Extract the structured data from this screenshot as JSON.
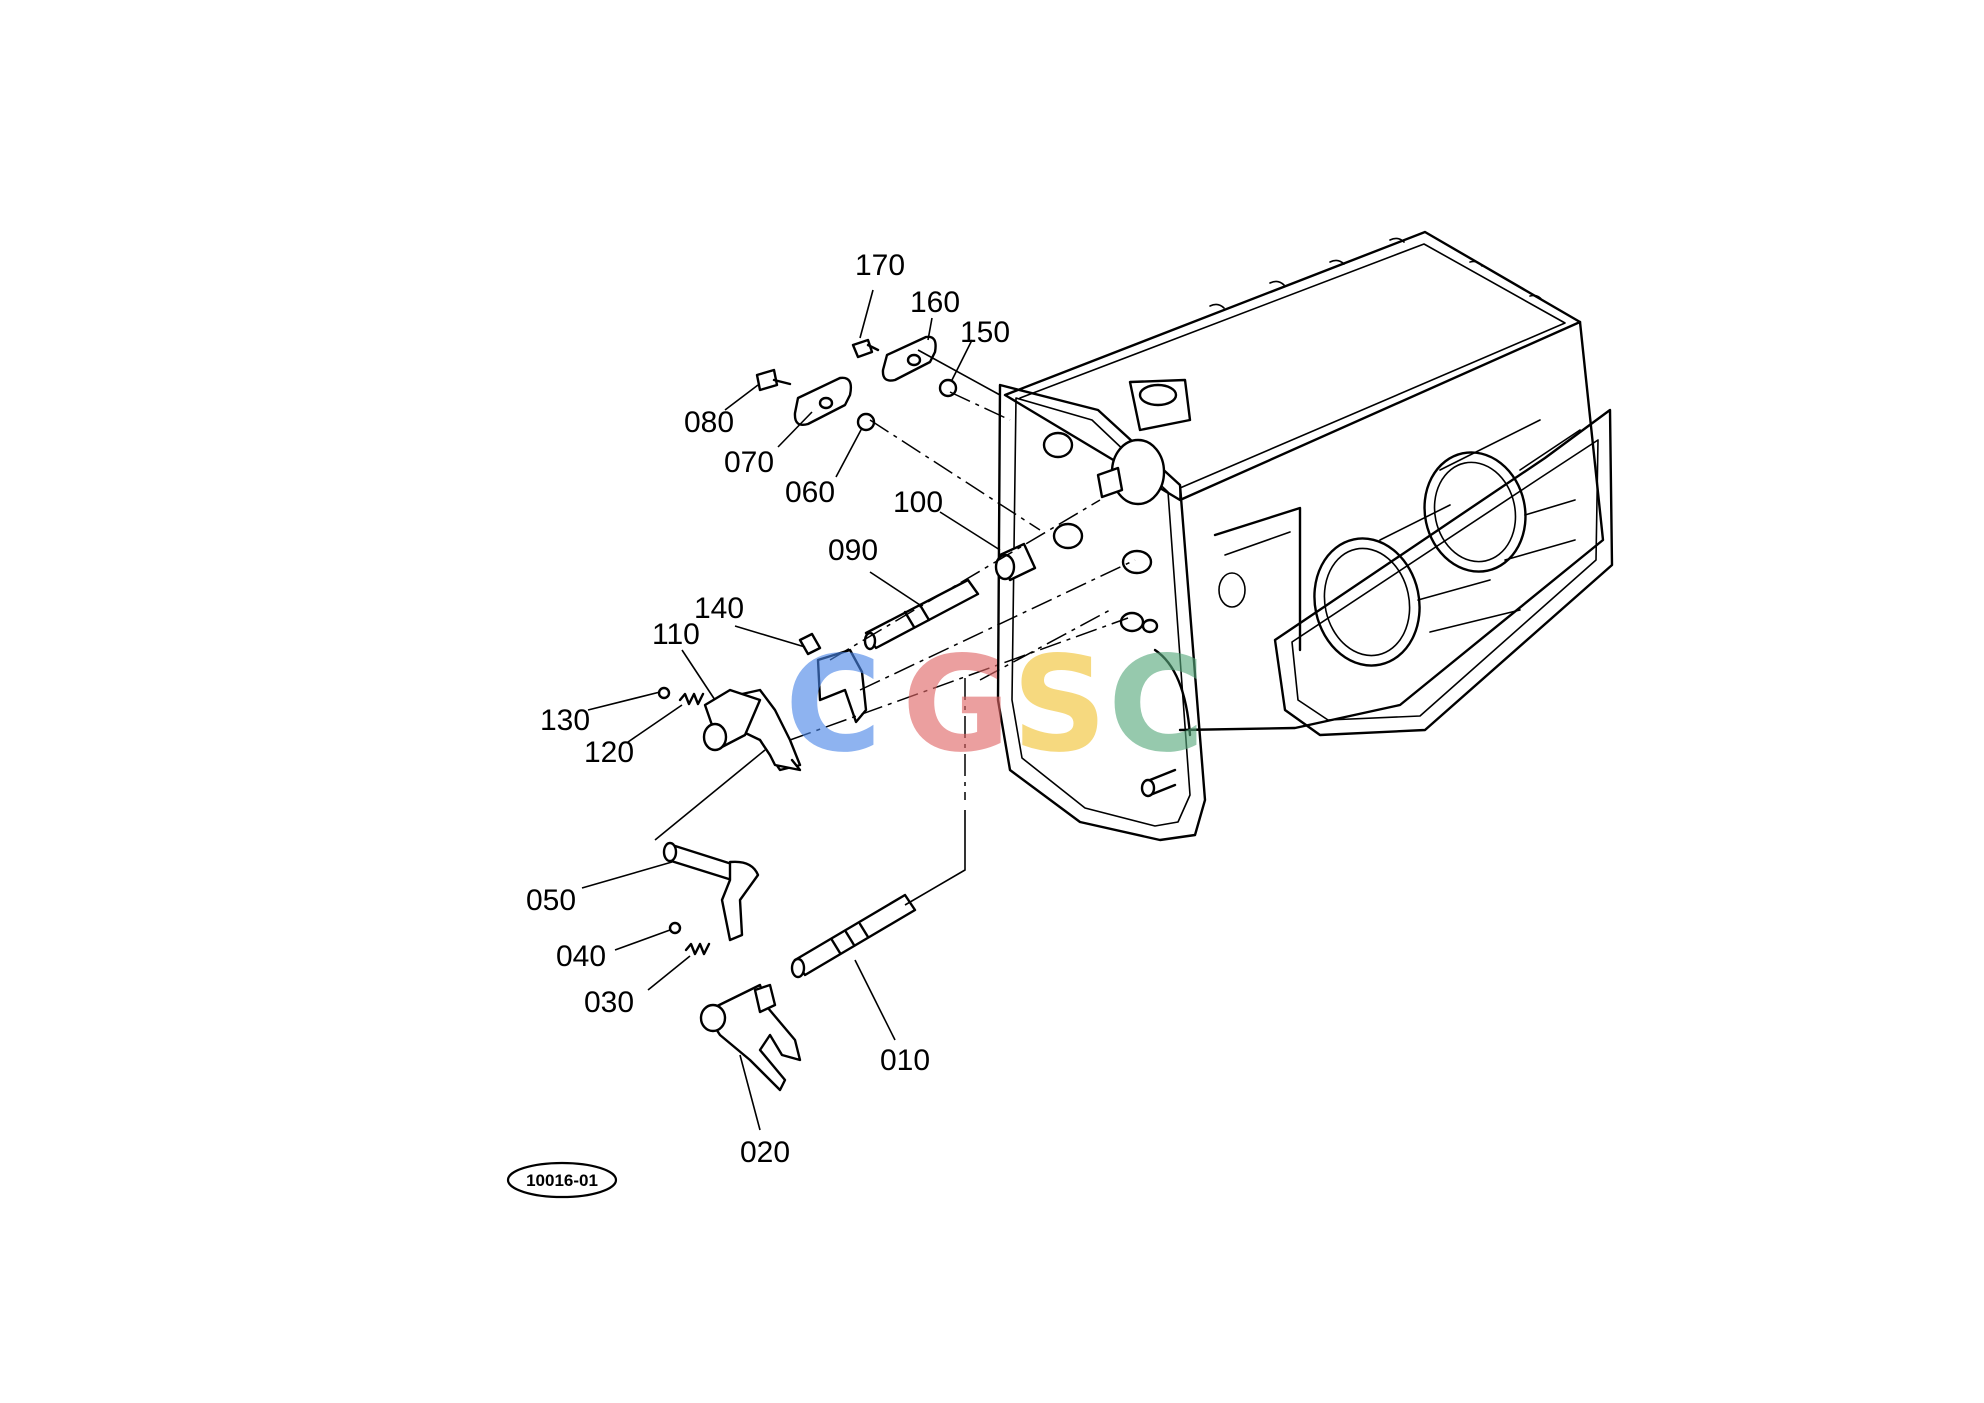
{
  "diagram": {
    "reference_code": "10016-01",
    "callouts": [
      "010",
      "020",
      "030",
      "040",
      "050",
      "060",
      "070",
      "080",
      "090",
      "100",
      "110",
      "120",
      "130",
      "140",
      "150",
      "160",
      "170"
    ]
  },
  "watermark": {
    "letters": [
      "C",
      "G",
      "S",
      "C"
    ],
    "colors": [
      "#4a86e8",
      "#e06666",
      "#f1c232",
      "#57a97c"
    ]
  }
}
